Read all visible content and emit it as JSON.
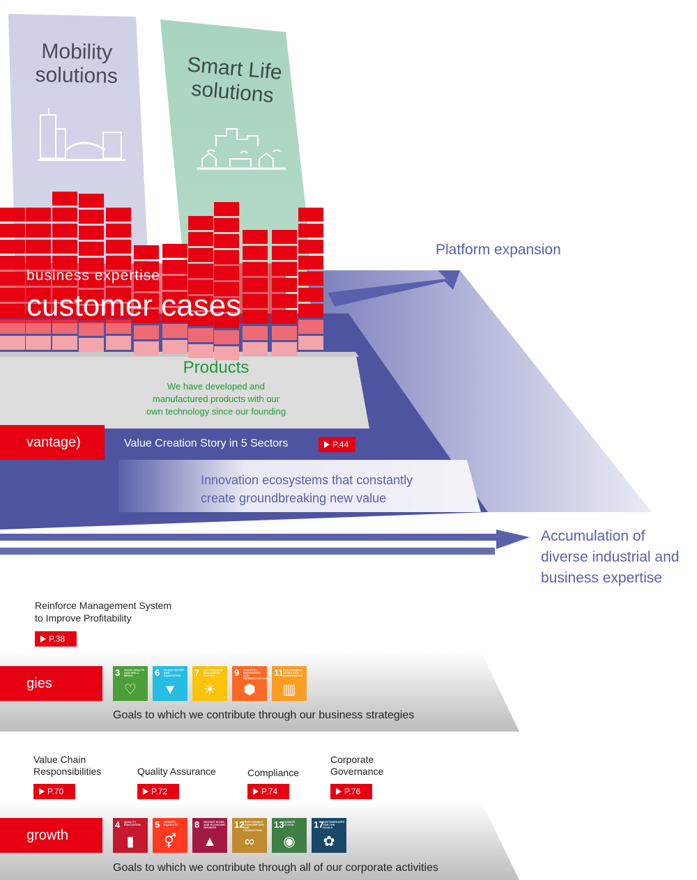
{
  "columns": {
    "mobility": "Mobility\nsolutions",
    "smartlife": "Smart Life\nsolutions"
  },
  "cases": {
    "subtitle": "business expertise",
    "title": "customer cases"
  },
  "products": {
    "title": "Products",
    "desc": "We have developed and\nmanufactured products with our\nown technology since our founding"
  },
  "vantage": {
    "tab": "vantage)",
    "story": "Value Creation Story in 5 Sectors",
    "ref": "P.44"
  },
  "innovation": "Innovation ecosystems that constantly\ncreate groundbreaking new value",
  "platform": "Platform expansion",
  "accumulation": "Accumulation of\ndiverse industrial and\nbusiness expertise",
  "reinforce": {
    "text": "Reinforce Management System\nto Improve Profitability",
    "ref": "P.38"
  },
  "strategies": {
    "tab": "gies",
    "caption": "Goals to which we contribute through our business strategies",
    "sdgs": [
      {
        "num": "3",
        "cap": "GOOD HEALTH AND WELL-BEING",
        "color": "#4c9f38",
        "icon": "♡"
      },
      {
        "num": "6",
        "cap": "CLEAN WATER AND SANITATION",
        "color": "#26bde2",
        "icon": "▼"
      },
      {
        "num": "7",
        "cap": "AFFORDABLE AND CLEAN ENERGY",
        "color": "#fcc30b",
        "icon": "☀"
      },
      {
        "num": "9",
        "cap": "INDUSTRY, INNOVATION AND INFRASTRUCTURE",
        "color": "#fd6925",
        "icon": "⬢"
      },
      {
        "num": "11",
        "cap": "SUSTAINABLE CITIES AND COMMUNITIES",
        "color": "#fd9d24",
        "icon": "▥"
      }
    ]
  },
  "growth": {
    "tab": "growth",
    "caption": "Goals to which we contribute through all of our corporate activities",
    "items": [
      {
        "text": "Value Chain\nResponsibilities",
        "ref": "P.70"
      },
      {
        "text": "Quality Assurance",
        "ref": "P.72"
      },
      {
        "text": "Compliance",
        "ref": "P.74"
      },
      {
        "text": "Corporate\nGovernance",
        "ref": "P.76"
      }
    ],
    "sdgs": [
      {
        "num": "4",
        "cap": "QUALITY EDUCATION",
        "color": "#c5192d",
        "icon": "▮"
      },
      {
        "num": "5",
        "cap": "GENDER EQUALITY",
        "color": "#ff3a21",
        "icon": "⚥"
      },
      {
        "num": "8",
        "cap": "DECENT WORK AND ECONOMIC GROWTH",
        "color": "#a21942",
        "icon": "▲"
      },
      {
        "num": "12",
        "cap": "RESPONSIBLE CONSUMPTION AND PRODUCTION",
        "color": "#bf8b2e",
        "icon": "∞"
      },
      {
        "num": "13",
        "cap": "CLIMATE ACTION",
        "color": "#3f7e44",
        "icon": "◉"
      },
      {
        "num": "17",
        "cap": "PARTNERSHIPS FOR THE GOALS",
        "color": "#19486a",
        "icon": "✿"
      }
    ]
  }
}
